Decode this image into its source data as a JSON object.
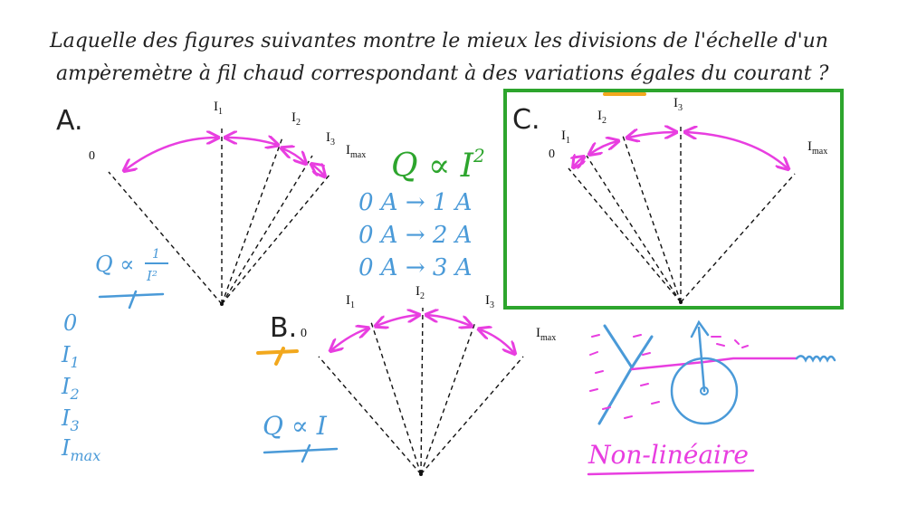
{
  "question": {
    "line1": "Laquelle des figures suivantes montre le mieux les divisions de l'échelle d'un",
    "line2": "ampèremètre à fil chaud correspondant à des variations égales du courant ?"
  },
  "figures": {
    "A": {
      "letter": "A.",
      "zero": "0",
      "tick_labels": [
        {
          "main": "I",
          "sub": "1"
        },
        {
          "main": "I",
          "sub": "2"
        },
        {
          "main": "I",
          "sub": "3"
        },
        {
          "main": "I",
          "sub": "max"
        }
      ],
      "relation": {
        "main": "Q ∝",
        "num": "1",
        "den": "I²"
      }
    },
    "B": {
      "letter": "B.",
      "zero": "0",
      "tick_labels": [
        {
          "main": "I",
          "sub": "1"
        },
        {
          "main": "I",
          "sub": "2"
        },
        {
          "main": "I",
          "sub": "3"
        },
        {
          "main": "I",
          "sub": "max"
        }
      ],
      "relation": "Q ∝ I"
    },
    "C": {
      "letter": "C.",
      "zero": "0",
      "tick_labels": [
        {
          "main": "I",
          "sub": "1"
        },
        {
          "main": "I",
          "sub": "2"
        },
        {
          "main": "I",
          "sub": "3"
        },
        {
          "main": "I",
          "sub": "max"
        }
      ]
    }
  },
  "notes": {
    "formula": "Q ∝ I",
    "formula_sup": "2",
    "steps": [
      "0 A → 1 A",
      "0 A → 2 A",
      "0 A → 3 A"
    ],
    "list": [
      {
        "main": "0",
        "sub": ""
      },
      {
        "main": "I",
        "sub": "1"
      },
      {
        "main": "I",
        "sub": "2"
      },
      {
        "main": "I",
        "sub": "3"
      },
      {
        "main": "I",
        "sub": "max"
      }
    ],
    "nonlinear": "Non-linéaire"
  },
  "colors": {
    "ink": "#111111",
    "magenta": "#e83ee0",
    "blue": "#4a9ad8",
    "green": "#2da52d",
    "orange": "#f2a81d"
  }
}
